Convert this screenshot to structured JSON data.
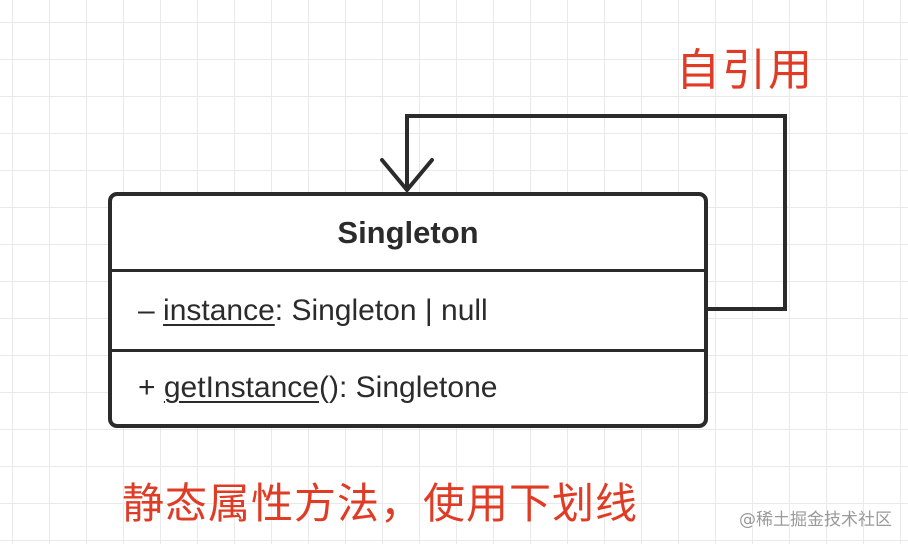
{
  "diagram": {
    "class_name": "Singleton",
    "attribute": {
      "visibility": "–",
      "name": "instance",
      "type_text": ": Singleton | null"
    },
    "operation": {
      "visibility": "+",
      "name": "getInstance",
      "signature": "(): Singletone"
    },
    "self_reference_label": "自引用",
    "caption": "静态属性方法，使用下划线"
  },
  "watermark": "@稀土掘金技术社区",
  "colors": {
    "annotation_red": "#e03b24",
    "line_dark": "#2b2b2b",
    "grid": "#e9e9e9"
  }
}
